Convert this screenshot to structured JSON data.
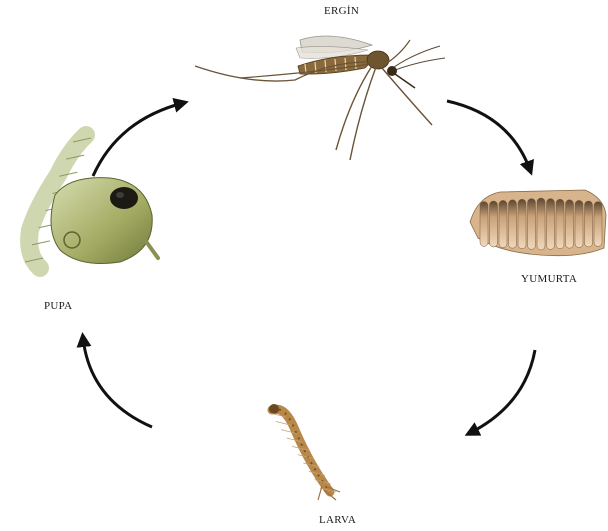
{
  "diagram": {
    "stages": {
      "adult": "ERGİN",
      "egg": "YUMURTA",
      "larva": "LARVA",
      "pupa": "PUPA"
    },
    "colors": {
      "arrow": "#111111",
      "label": "#1a1a1a",
      "adult_body": "#8a6a3a",
      "egg_raft": "#b08a5e",
      "larva_body": "#9b6a2a",
      "pupa_body": "#a9b070"
    }
  }
}
